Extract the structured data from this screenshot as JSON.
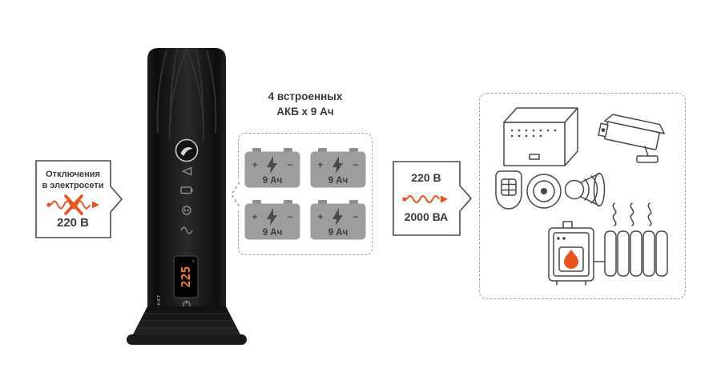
{
  "input_callout": {
    "line1": "Отключения",
    "line2": "в электросети",
    "voltage": "220 В"
  },
  "ups": {
    "brand": "SKAT",
    "display_value": "225",
    "display_unit": "v"
  },
  "battery_block": {
    "title_line1": "4 встроенных",
    "title_line2": "АКБ х 9 Ач",
    "plus": "+",
    "minus": "−",
    "batteries": [
      {
        "capacity": "9 Ач"
      },
      {
        "capacity": "9 Ач"
      },
      {
        "capacity": "9 Ач"
      },
      {
        "capacity": "9 Ач"
      }
    ]
  },
  "output_callout": {
    "voltage": "220 В",
    "power": "2000 ВА"
  },
  "devices_block": {
    "items": [
      "control-panel",
      "cctv-camera",
      "motion-sensor",
      "smoke-detector",
      "siren",
      "gas-boiler",
      "radiator"
    ]
  },
  "icons": {
    "power-cut": "crossed-sine-wave",
    "power-flow": "sine-wave-arrow",
    "heat": "heat-waves",
    "flame": "flame"
  },
  "colors": {
    "accent": "#e8531e",
    "outline": "#474747",
    "dash": "#a3a3a3",
    "battery_body": "#9d9d9d",
    "text": "#3a3a3a",
    "display_digits": "#ff7d1f"
  }
}
